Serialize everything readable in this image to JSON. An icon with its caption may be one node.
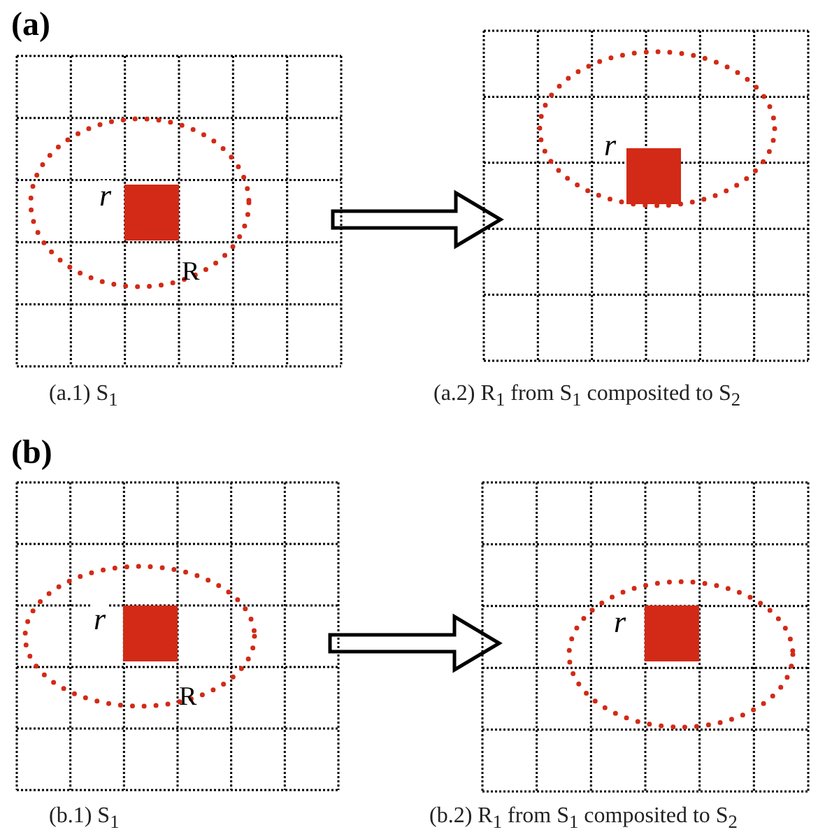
{
  "diagram": {
    "nodes": [
      {
        "text": [],
        "shape": "box",
        "beside": [
          "(a.1) S$_{1}$"
        ]
      },
      {
        "text": [],
        "shape": "box",
        "beside": [
          "(a.2) R$_{1}$ from S$_{1}$ composited to S$_{2}$"
        ]
      },
      {
        "text": [],
        "shape": "box",
        "beside": [
          "(b.1) S$_{1}$"
        ]
      },
      {
        "text": [],
        "shape": "box",
        "beside": [
          "(b.2) R$_{1}$ from S$_{1}$ composited to S$_{2}$"
        ]
      }
    ],
    "edges": [
      {
        "from": 0,
        "to": 1,
        "arrow": "to"
      },
      {
        "from": 2,
        "to": 3,
        "arrow": "to"
      }
    ],
    "labels": [
      "(a)",
      "r",
      "R",
      "r",
      "(b)",
      "r",
      "R",
      "r"
    ]
  }
}
